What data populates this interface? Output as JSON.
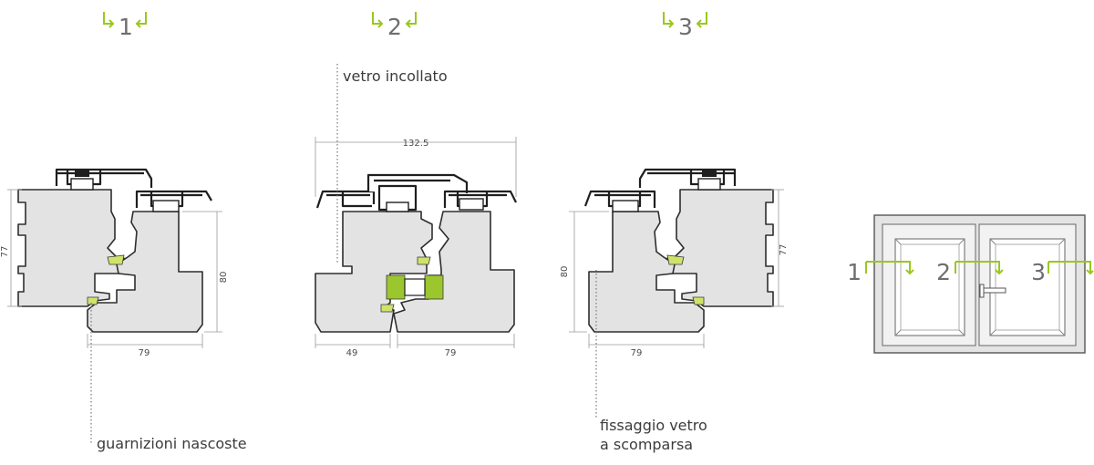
{
  "sections": [
    {
      "number": "1"
    },
    {
      "number": "2"
    },
    {
      "number": "3"
    }
  ],
  "captions": {
    "glued_glass": "vetro incollato",
    "hidden_gaskets": "guarnizioni nascoste",
    "concealed_fixing_line1": "fissaggio vetro",
    "concealed_fixing_line2": "a scomparsa"
  },
  "dimensions": {
    "d1_height": "77",
    "d1_sash_height": "80",
    "d1_width": "79",
    "d2_total_width": "132.5",
    "d2_left_width": "49",
    "d2_right_width": "79",
    "d3_sash_height": "80",
    "d3_height": "77",
    "d3_width": "79"
  },
  "elevation": {
    "markers": [
      "1",
      "2",
      "3"
    ]
  },
  "colors": {
    "accent_green": "#9ac81e",
    "wood_fill": "#e3e3e3",
    "outline": "#2e2e2e"
  }
}
